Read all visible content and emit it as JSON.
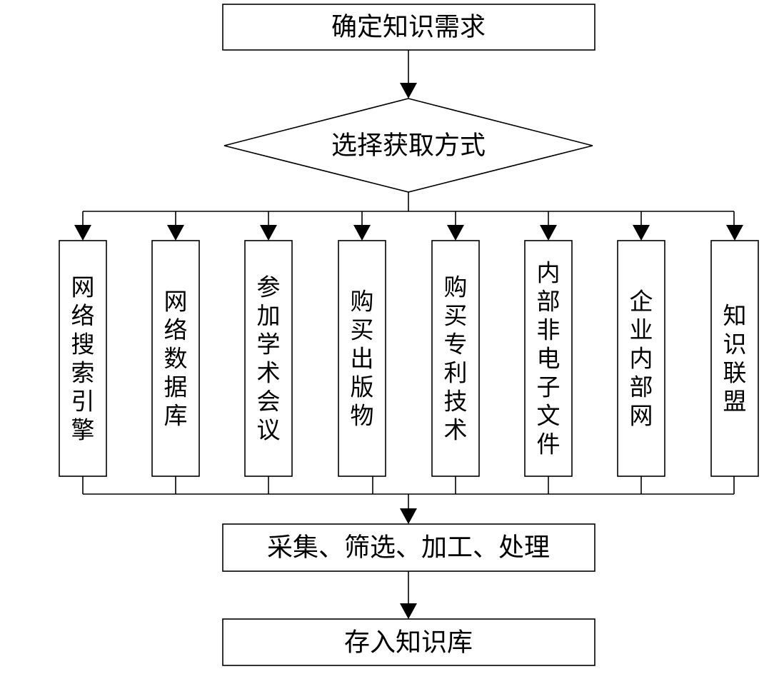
{
  "nodes": {
    "start": "确定知识需求",
    "decision": "选择获取方式",
    "process": "采集、筛选、加工、处理",
    "end": "存入知识库"
  },
  "methods": [
    "网络搜索引擎",
    "网络数据库",
    "参加学术会议",
    "购买出版物",
    "购买专利技术",
    "内部非电子文件",
    "企业内部网",
    "知识联盟"
  ]
}
